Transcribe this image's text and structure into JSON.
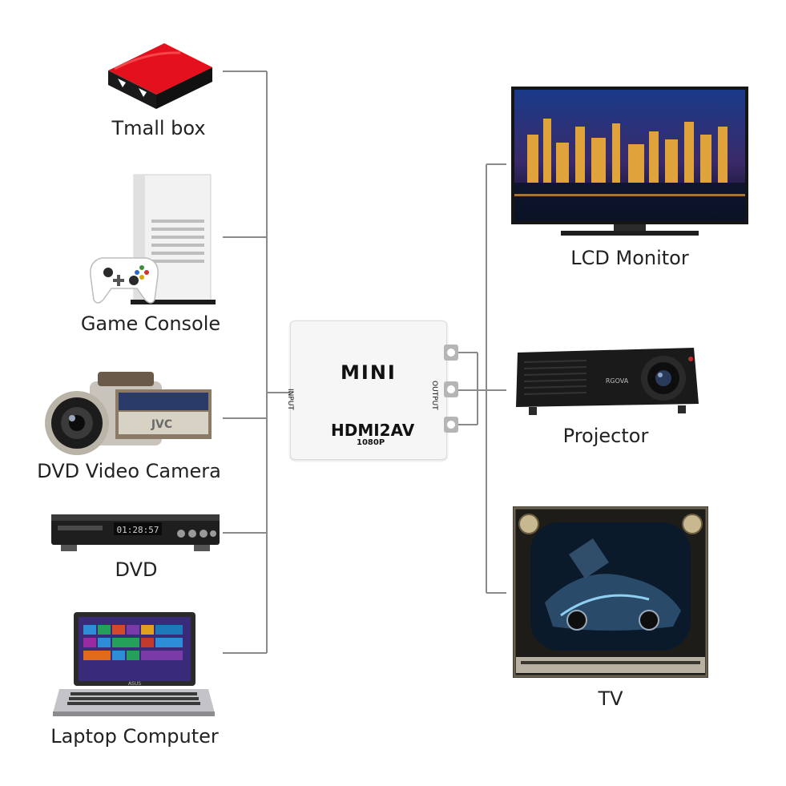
{
  "inputs": [
    {
      "label": "Tmall box"
    },
    {
      "label": "Game Console"
    },
    {
      "label": "DVD Video Camera"
    },
    {
      "label": "DVD"
    },
    {
      "label": "Laptop Computer"
    }
  ],
  "outputs": [
    {
      "label": "LCD Monitor"
    },
    {
      "label": "Projector"
    },
    {
      "label": "TV"
    }
  ],
  "converter": {
    "brand": "MINI",
    "model": "HDMI2AV",
    "resolution": "1080P",
    "input_label": "INPUT",
    "output_label": "OUTPUT"
  },
  "device_text": {
    "dvd_display": "01:28:57",
    "projector_brand": "RGOVA",
    "laptop_brand": "ASUS",
    "camera_brand": "JVC"
  },
  "colors": {
    "wire": "#8a8a8a",
    "converter_body": "#f6f6f6",
    "tmall_red": "#e5101d"
  }
}
